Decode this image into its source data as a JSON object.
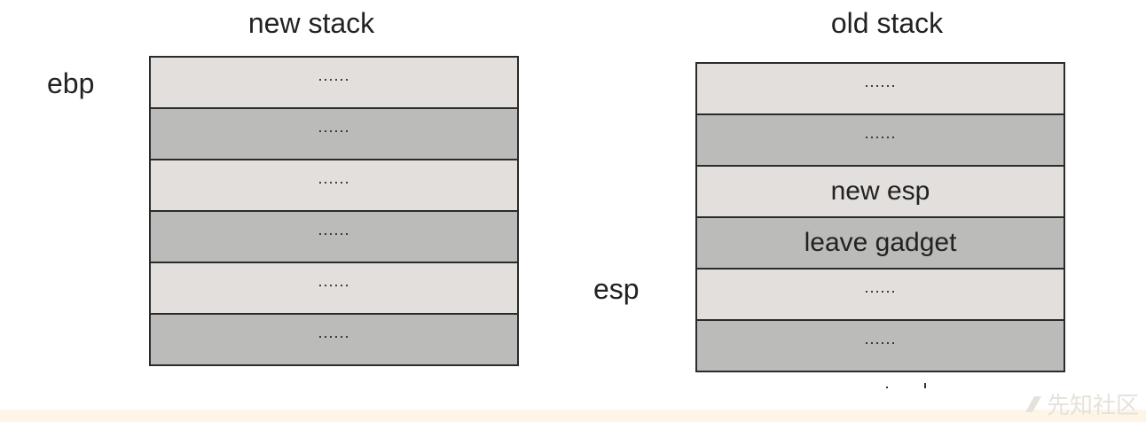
{
  "new_stack": {
    "title": "new stack",
    "register": "ebp",
    "cells": [
      "......",
      "......",
      "......",
      "......",
      "......",
      "......"
    ]
  },
  "old_stack": {
    "title": "old stack",
    "register": "esp",
    "cells": [
      "......",
      "......",
      "new esp",
      "leave gadget",
      "......",
      "......"
    ]
  },
  "watermark": "先知社区",
  "colors": {
    "light_cell": "#e2dfdd",
    "dark_cell": "#bbbcba",
    "border": "#2b2b2b",
    "background": "#fdf6e6"
  }
}
